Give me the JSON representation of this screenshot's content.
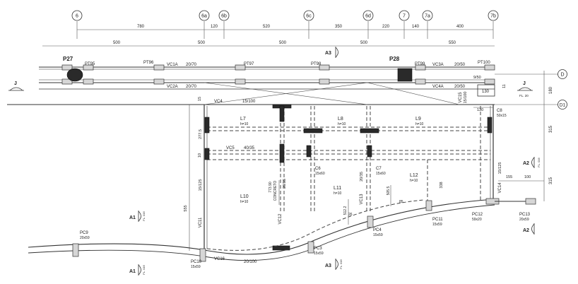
{
  "grid_axes": [
    "6",
    "6a",
    "6b",
    "6c",
    "6d",
    "7",
    "7a",
    "7b"
  ],
  "row_axes": [
    "D",
    "D1"
  ],
  "top_dims": [
    "780",
    "120",
    "520",
    "350",
    "220",
    "140",
    "400"
  ],
  "second_dims": [
    "500",
    "500",
    "500",
    "500",
    "550"
  ],
  "right_dims": [
    "180",
    "315",
    "315"
  ],
  "left_dim": "555",
  "vertical_dims": [
    "277.5",
    "15/125",
    "338",
    "15/125"
  ],
  "small_dims": [
    "15",
    "10",
    "130",
    "130",
    "155",
    "100",
    "11",
    "9/50"
  ],
  "columns": [
    {
      "name": "P27"
    },
    {
      "name": "P28"
    }
  ],
  "plate_labels": [
    "PT95",
    "PT96",
    "PT97",
    "PT98",
    "PT99",
    "PT100"
  ],
  "beams": [
    {
      "name": "VC1A",
      "size": "20/70"
    },
    {
      "name": "VC2A",
      "size": "20/70"
    },
    {
      "name": "VC3A",
      "size": "20/50"
    },
    {
      "name": "VC4A",
      "size": "20/50"
    },
    {
      "name": "VC4",
      "size": "15/100"
    },
    {
      "name": "VC5",
      "size": "40/35"
    },
    {
      "name": "VC15",
      "size": "15/100"
    },
    {
      "name": "VC16",
      "size": "20/100"
    },
    {
      "name": "VC11",
      "size": ""
    },
    {
      "name": "VC12",
      "size": "20/35"
    },
    {
      "name": "VC13",
      "size": "20/35"
    },
    {
      "name": "VC14",
      "size": ""
    }
  ],
  "slabs": [
    {
      "name": "L7",
      "h": "h=10"
    },
    {
      "name": "L8",
      "h": "h=10"
    },
    {
      "name": "L9",
      "h": "h=10"
    },
    {
      "name": "L10",
      "h": "h=10"
    },
    {
      "name": "L11",
      "h": "h=10"
    },
    {
      "name": "L12",
      "h": "h=10"
    }
  ],
  "pillars": [
    {
      "name": "C8",
      "size": "50x15"
    },
    {
      "name": "C6",
      "size": "15x60"
    },
    {
      "name": "C7",
      "size": "15x60"
    },
    {
      "name": "PC9",
      "size": "20x59"
    },
    {
      "name": "PC10",
      "size": "15x59"
    },
    {
      "name": "PC3",
      "size": "15x59"
    },
    {
      "name": "PC4",
      "size": "15x59"
    },
    {
      "name": "PC11",
      "size": "15x59"
    },
    {
      "name": "PC12",
      "size": "59x20"
    },
    {
      "name": "PC13",
      "size": "20x59"
    }
  ],
  "sections": [
    {
      "name": "A1",
      "ref": "FL. 016"
    },
    {
      "name": "A1",
      "ref": "FL. 016"
    },
    {
      "name": "A2",
      "ref": "FL. 016"
    },
    {
      "name": "A2",
      "ref": ""
    },
    {
      "name": "A3",
      "ref": ""
    },
    {
      "name": "A3",
      "ref": "FL. 016"
    },
    {
      "name": "J",
      "ref": ""
    },
    {
      "name": "J",
      "ref": "FL. 20"
    }
  ],
  "annotations": [
    "773.90",
    "CONCRETO",
    "512.2",
    "505.5",
    "26",
    "85"
  ]
}
